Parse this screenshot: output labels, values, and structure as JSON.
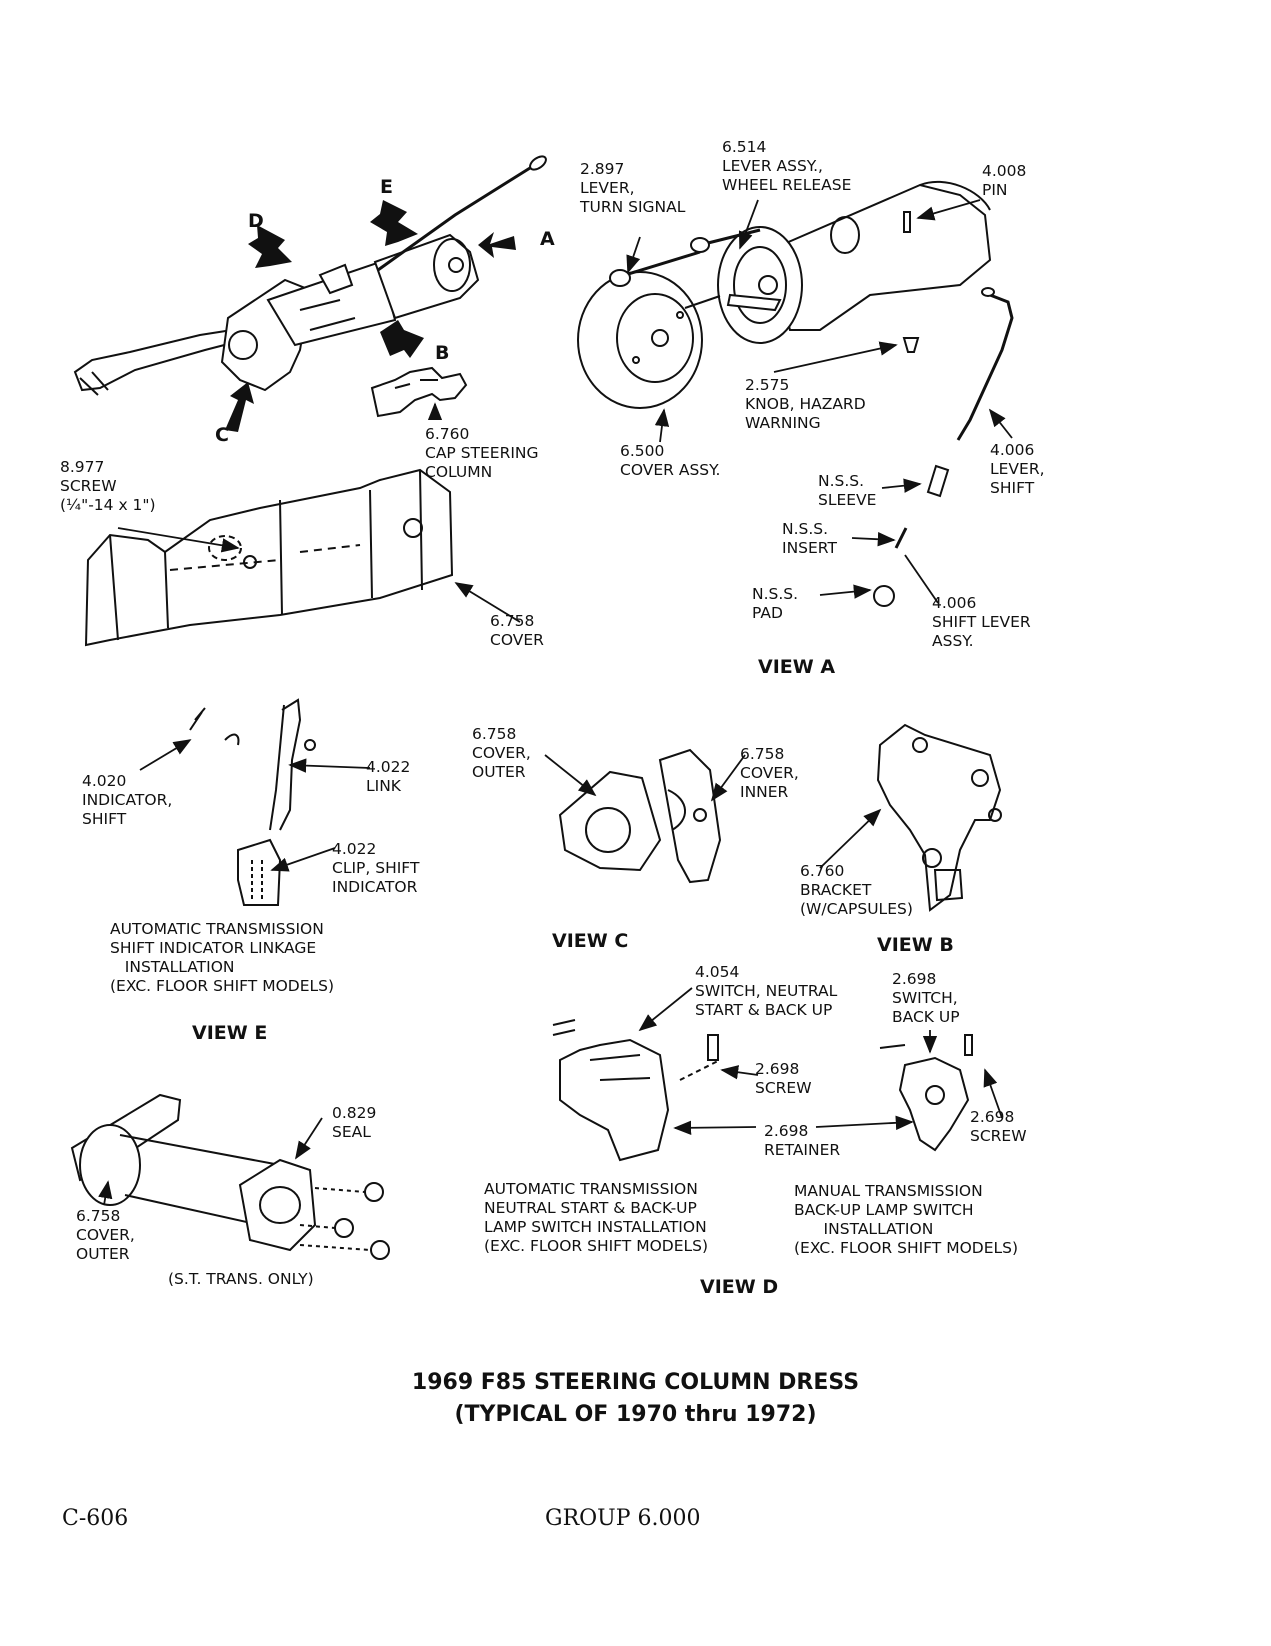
{
  "title_line1": "1969 F85 STEERING COLUMN DRESS",
  "title_line2": "(TYPICAL OF 1970 thru 1972)",
  "footer": {
    "page_code": "C-606",
    "group": "GROUP 6.000"
  },
  "overview_letters": {
    "a": "A",
    "b": "B",
    "c": "C",
    "d": "D",
    "e": "E"
  },
  "main_labels": {
    "cap_num": "6.760",
    "cap_text": "CAP STEERING\nCOLUMN",
    "screw_num": "8.977",
    "screw_text": "SCREW\n(¼\"-14 x 1\")",
    "cover_num": "6.758",
    "cover_text": "COVER"
  },
  "view_a": {
    "caption": "VIEW A",
    "lever_turn_num": "2.897",
    "lever_turn_text": "LEVER,\nTURN SIGNAL",
    "lever_wheel_num": "6.514",
    "lever_wheel_text": "LEVER ASSY.,\nWHEEL RELEASE",
    "pin_num": "4.008",
    "pin_text": "PIN",
    "knob_num": "2.575",
    "knob_text": "KNOB, HAZARD\nWARNING",
    "cover_assy_num": "6.500",
    "cover_assy_text": "COVER ASSY.",
    "lever_shift_num": "4.006",
    "lever_shift_text": "LEVER,\nSHIFT",
    "sleeve_nss": "N.S.S.",
    "sleeve_text": "SLEEVE",
    "insert_nss": "N.S.S.",
    "insert_text": "INSERT",
    "pad_nss": "N.S.S.",
    "pad_text": "PAD",
    "shift_assy_num": "4.006",
    "shift_assy_text": "SHIFT LEVER\nASSY."
  },
  "view_e": {
    "caption": "VIEW E",
    "indicator_num": "4.020",
    "indicator_text": "INDICATOR,\nSHIFT",
    "link_num": "4.022",
    "link_text": "LINK",
    "clip_num": "4.022",
    "clip_text": "CLIP, SHIFT\nINDICATOR",
    "description": "AUTOMATIC TRANSMISSION\nSHIFT INDICATOR LINKAGE\n   INSTALLATION\n(EXC. FLOOR SHIFT MODELS)"
  },
  "view_c": {
    "caption": "VIEW C",
    "outer_num": "6.758",
    "outer_text": "COVER,\nOUTER",
    "inner_num": "6.758",
    "inner_text": "COVER,\nINNER"
  },
  "view_b": {
    "caption": "VIEW B",
    "bracket_num": "6.760",
    "bracket_text": "BRACKET\n(W/CAPSULES)"
  },
  "view_d": {
    "caption": "VIEW D",
    "switch_num": "4.054",
    "switch_text": "SWITCH, NEUTRAL\nSTART & BACK UP",
    "screw_num": "2.698",
    "screw_text": "SCREW",
    "retainer_num": "2.698",
    "retainer_text": "RETAINER",
    "backup_num": "2.698",
    "backup_text": "SWITCH,\nBACK UP",
    "screw2_num": "2.698",
    "screw2_text": "SCREW",
    "auto_caption": "AUTOMATIC TRANSMISSION\nNEUTRAL START & BACK-UP\nLAMP SWITCH INSTALLATION\n(EXC. FLOOR SHIFT MODELS)",
    "manual_caption": "MANUAL TRANSMISSION\nBACK-UP LAMP SWITCH\n      INSTALLATION\n(EXC. FLOOR SHIFT MODELS)"
  },
  "seal_view": {
    "seal_num": "0.829",
    "seal_text": "SEAL",
    "outer_num": "6.758",
    "outer_text": "COVER,\nOUTER",
    "note": "(S.T. TRANS. ONLY)"
  }
}
